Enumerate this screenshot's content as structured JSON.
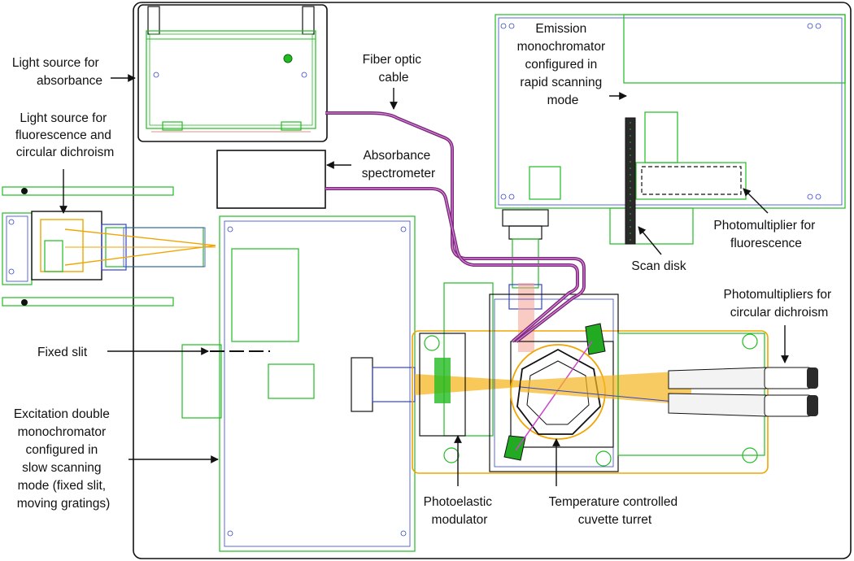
{
  "colors": {
    "enclosure": "#111111",
    "component_outline": "#22bb22",
    "detail_blue": "#3344cc",
    "fiber_cable": "#7a2a7a",
    "sample_compartment": "#f0a500",
    "emission_beam": "#f5a090",
    "excitation_beam": "#f5b520",
    "arrow": "#111111"
  },
  "labels": {
    "light_source_absorbance": [
      "Light source for",
      "absorbance"
    ],
    "light_source_fluorescence": [
      "Light source for",
      "fluorescence and",
      "circular dichroism"
    ],
    "fiber_optic_cable": [
      "Fiber optic",
      "cable"
    ],
    "absorbance_spectrometer": [
      "Absorbance",
      "spectrometer"
    ],
    "emission_monochromator": [
      "Emission",
      "monochromator",
      "configured in",
      "rapid scanning",
      "mode"
    ],
    "photomultiplier_fluorescence": [
      "Photomultiplier for",
      "fluorescence"
    ],
    "scan_disk": [
      "Scan disk"
    ],
    "fixed_slit": [
      "Fixed slit"
    ],
    "photomultipliers_cd": [
      "Photomultipliers for",
      "circular dichroism"
    ],
    "excitation_monochromator": [
      "Excitation double",
      "monochromator",
      "configured in",
      "slow scanning",
      "mode (fixed slit,",
      "moving gratings)"
    ],
    "photoelastic_modulator": [
      "Photoelastic",
      "modulator"
    ],
    "cuvette_turret": [
      "Temperature controlled",
      "cuvette turret"
    ]
  }
}
